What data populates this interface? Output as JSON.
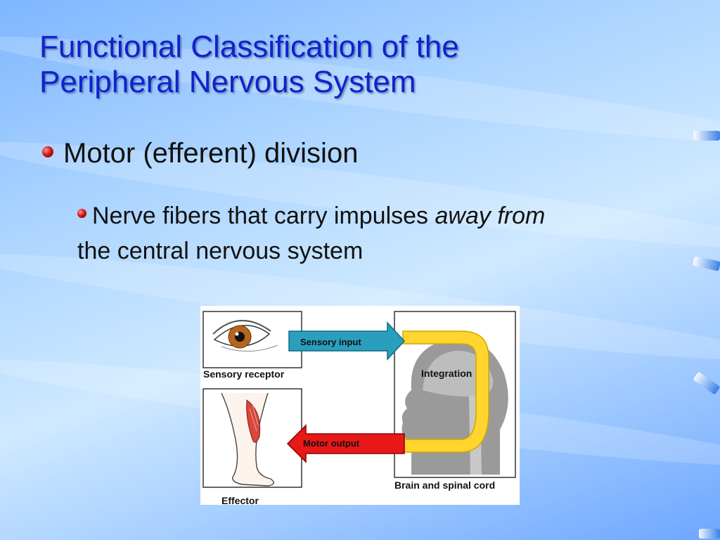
{
  "slide": {
    "title_line1": "Functional Classification of the",
    "title_line2": "Peripheral Nervous System",
    "bullet1": "Motor (efferent) division",
    "bullet2_before": "Nerve fibers that carry impulses ",
    "bullet2_emphasis": "away from",
    "bullet2_after": "the central nervous system"
  },
  "figure": {
    "sensory_input": "Sensory input",
    "integration": "Integration",
    "motor_output": "Motor output",
    "sensory_receptor": "Sensory receptor",
    "effector": "Effector",
    "brain_spinal": "Brain and spinal cord"
  },
  "colors": {
    "title": "#1122cc",
    "sensory_arrow": "#2a9fbd",
    "motor_arrow": "#e81818",
    "integration_loop": "#ffd52e"
  }
}
